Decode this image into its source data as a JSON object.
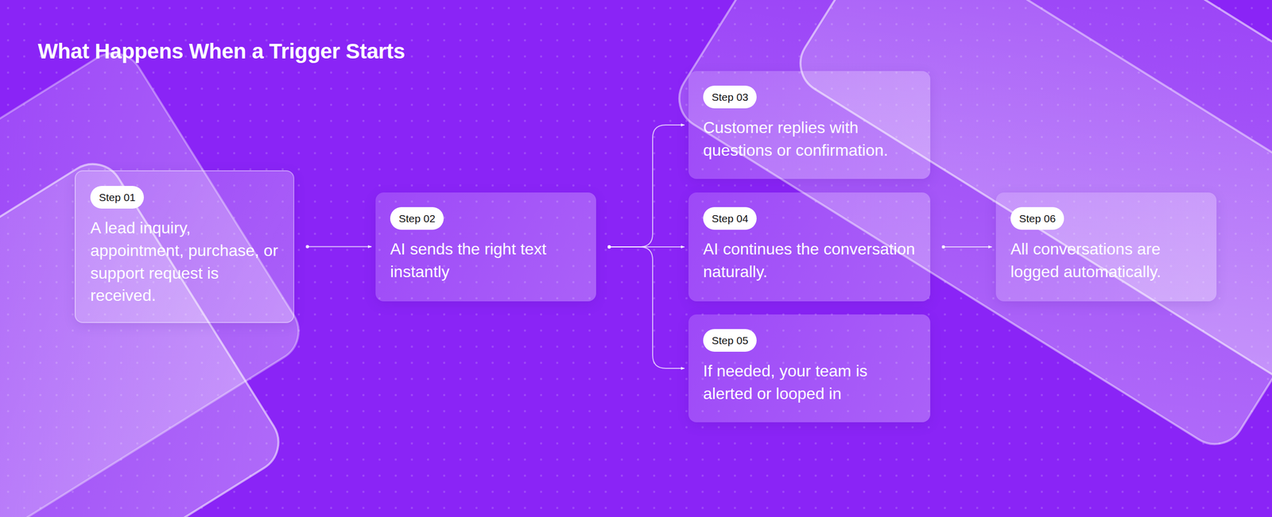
{
  "diagram": {
    "title": "What Happens When a Trigger Starts",
    "nodes": [
      {
        "text": [
          "Step 01",
          "A lead inquiry, appointment, purchase, or support request is received."
        ]
      },
      {
        "text": [
          "Step 02",
          "AI sends the right text instantly"
        ]
      },
      {
        "text": [
          "Step 03",
          "Customer replies with questions or confirmation."
        ]
      },
      {
        "text": [
          "Step 04",
          "AI continues the conversation naturally."
        ]
      },
      {
        "text": [
          "Step 05",
          "If needed, your team is alerted or looped in"
        ]
      },
      {
        "text": [
          "Step 06",
          "All conversations are logged automatically."
        ]
      }
    ],
    "edges": [
      {
        "from": 0,
        "to": 1,
        "arrow": "to"
      },
      {
        "from": 1,
        "to": 2,
        "arrow": "to"
      },
      {
        "from": 1,
        "to": 3,
        "arrow": "to"
      },
      {
        "from": 1,
        "to": 4,
        "arrow": "to"
      },
      {
        "from": 3,
        "to": 5,
        "arrow": "to"
      }
    ]
  }
}
